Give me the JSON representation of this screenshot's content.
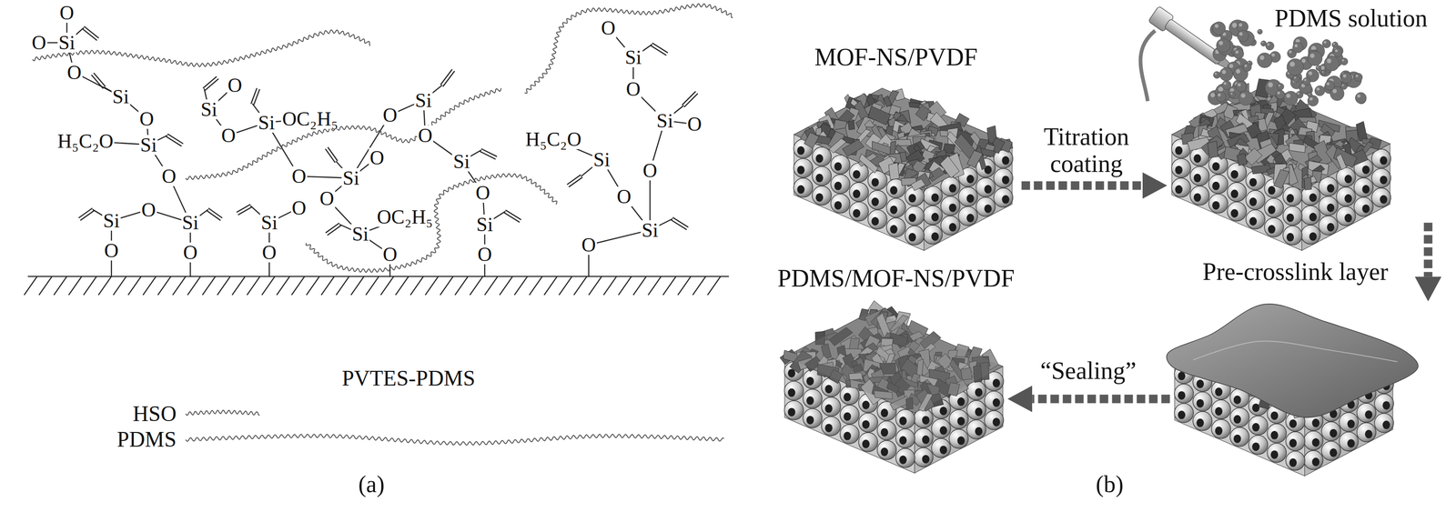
{
  "diagram": {
    "nodes": [
      {
        "text": [
          "MOF-NS/PVDF"
        ]
      },
      {
        "text": [
          "PDMS solution"
        ]
      },
      {
        "text": [
          "PDMS/MOF-NS/PVDF"
        ]
      },
      {
        "text": [
          "Pre-crosslink layer"
        ]
      }
    ],
    "edges": [
      {
        "from": 0,
        "to": 1,
        "label": "Titration coating",
        "arrow": "to"
      },
      {
        "from": 1,
        "to": 3,
        "arrow": "to"
      },
      {
        "from": 3,
        "to": 2,
        "label": "“Sealing”",
        "arrow": "to"
      }
    ],
    "labels": [
      "O",
      "O",
      "Si",
      "O",
      "Si",
      "O",
      "H₅C₂O",
      "Si",
      "O",
      "Si",
      "O",
      "O",
      "Si",
      "O",
      "O",
      "Si",
      "O",
      "Si",
      "OC₂H₅",
      "O",
      "Si",
      "O",
      "O",
      "Si",
      "O",
      "O",
      "Si",
      "OC₂H₅",
      "O",
      "O",
      "Si",
      "O",
      "Si",
      "O",
      "Si",
      "O",
      "O",
      "Si",
      "O",
      "Si",
      "O",
      "H₅C₂O",
      "Si",
      "O",
      "Si",
      "O",
      "O",
      "PVTES-PDMS",
      "(a)",
      "(b)"
    ],
    "legend": [
      {
        "text": "HSO"
      },
      {
        "text": "PDMS"
      }
    ]
  }
}
